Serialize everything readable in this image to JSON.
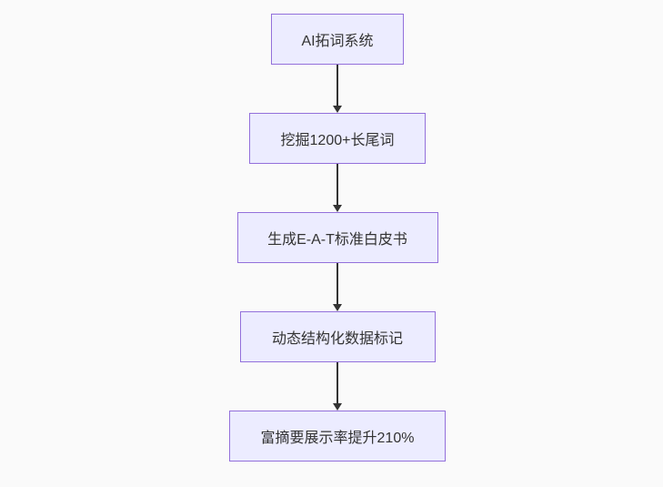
{
  "page": {
    "background_color": "#fafafa"
  },
  "chart_data": {
    "type": "flowchart",
    "direction": "top-down",
    "title": "",
    "nodes": [
      {
        "id": "n0",
        "label": "AI拓词系统"
      },
      {
        "id": "n1",
        "label": "挖掘1200+长尾词"
      },
      {
        "id": "n2",
        "label": "生成E-A-T标准白皮书"
      },
      {
        "id": "n3",
        "label": "动态结构化数据标记"
      },
      {
        "id": "n4",
        "label": "富摘要展示率提升210%"
      }
    ],
    "edges": [
      {
        "from": "n0",
        "to": "n1",
        "arrow": "down"
      },
      {
        "from": "n1",
        "to": "n2",
        "arrow": "down"
      },
      {
        "from": "n2",
        "to": "n3",
        "arrow": "down"
      },
      {
        "from": "n3",
        "to": "n4",
        "arrow": "down"
      }
    ],
    "style": {
      "node_fill": "#ECECFF",
      "node_border": "#9370DB",
      "arrow_color": "#333333",
      "text_color": "#333333"
    }
  }
}
